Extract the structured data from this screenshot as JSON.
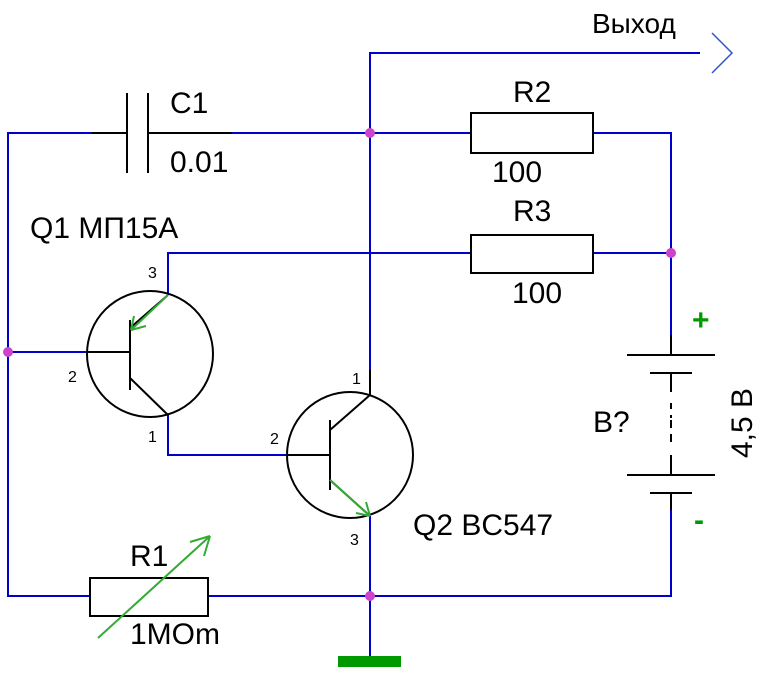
{
  "output_label": "Выход",
  "colors": {
    "wire": "#0000cc",
    "component": "#000000",
    "junction": "#cc44cc",
    "arrow": "#33aa33",
    "polarity": "#009900",
    "ground": "#009900",
    "output_port": "#3355cc"
  },
  "components": {
    "c1": {
      "ref": "C1",
      "value": "0.01"
    },
    "r1": {
      "ref": "R1",
      "value": "1MOm"
    },
    "r2": {
      "ref": "R2",
      "value": "100"
    },
    "r3": {
      "ref": "R3",
      "value": "100"
    },
    "q1": {
      "name": "Q1 МП15А",
      "pins": {
        "base": "2",
        "emitter": "3",
        "collector": "1"
      }
    },
    "q2": {
      "name": "Q2 BC547",
      "pins": {
        "base": "2",
        "collector": "1",
        "emitter": "3"
      }
    },
    "battery": {
      "ref": "B?",
      "voltage": "4,5 В",
      "plus": "+",
      "minus": "-"
    }
  }
}
